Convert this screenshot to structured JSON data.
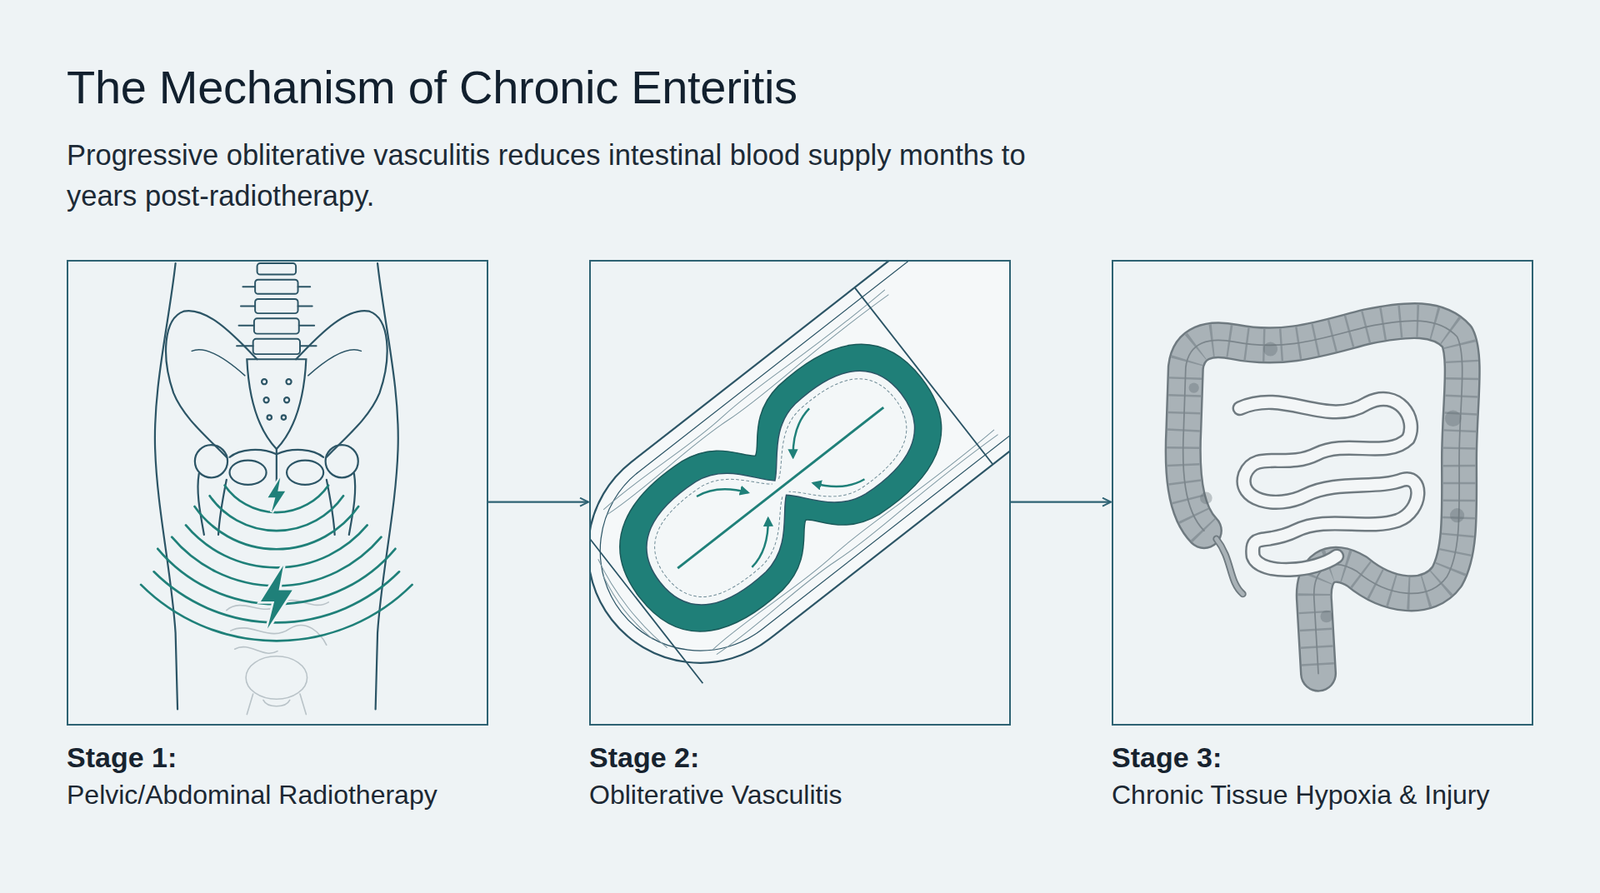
{
  "diagram": {
    "title": "The Mechanism of Chronic Enteritis",
    "nodes": [
      {
        "text": [
          "Stage 1:",
          "Pelvic/Abdominal Radiotherapy"
        ]
      },
      {
        "text": [
          "Stage 2:",
          "Obliterative Vasculitis"
        ]
      },
      {
        "text": [
          "Stage 3:",
          "Chronic Tissue Hypoxia & Injury"
        ]
      }
    ],
    "edges": [
      {
        "from": 0,
        "to": 1,
        "arrow": "to"
      },
      {
        "from": 1,
        "to": 2,
        "arrow": "to"
      }
    ],
    "labels": [
      "Progressive obliterative vasculitis reduces intestinal blood supply months to years post-radiotherapy."
    ]
  }
}
